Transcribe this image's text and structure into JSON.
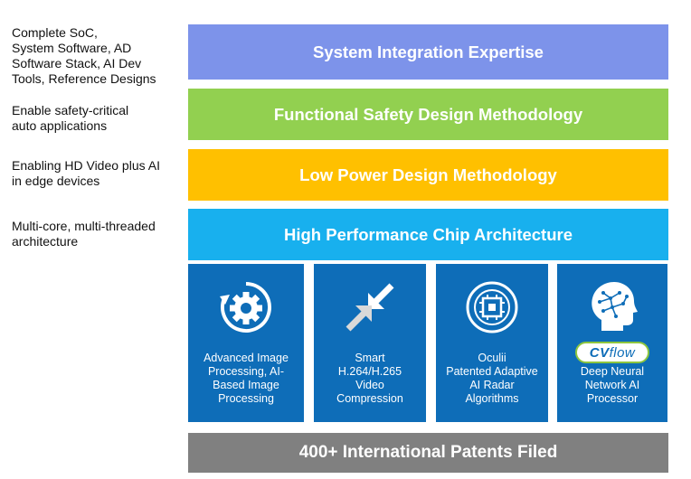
{
  "descriptions": [
    "Complete SoC,\nSystem Software, AD\nSoftware Stack, AI Dev\nTools, Reference Designs",
    "Enable safety-critical\nauto applications",
    "Enabling HD Video plus AI\nin edge devices",
    "Multi-core, multi-threaded\narchitecture"
  ],
  "layers": [
    {
      "label": "System Integration Expertise",
      "color": "#7d93ea"
    },
    {
      "label": "Functional Safety Design Methodology",
      "color": "#92d050"
    },
    {
      "label": "Low Power Design Methodology",
      "color": "#ffc000"
    },
    {
      "label": "High Performance Chip Architecture",
      "color": "#18b0ee"
    }
  ],
  "tiles": [
    {
      "label": "Advanced Image\nProcessing, AI-\nBased Image\nProcessing",
      "icon": "gear-cycle-icon"
    },
    {
      "label": "Smart\nH.264/H.265\nVideo\nCompression",
      "icon": "compress-arrows-icon"
    },
    {
      "label": "Oculii\nPatented Adaptive\nAI Radar\nAlgorithms",
      "icon": "radar-chip-icon"
    },
    {
      "label": "Deep Neural\nNetwork AI\nProcessor",
      "icon": "ai-head-icon",
      "logo_cv": "CV",
      "logo_flow": "flow"
    }
  ],
  "footer": {
    "label": "400+ International Patents Filed",
    "color": "#808080"
  },
  "colors": {
    "tile": "#0e6db8",
    "cvflow_border": "#8dc63f"
  }
}
